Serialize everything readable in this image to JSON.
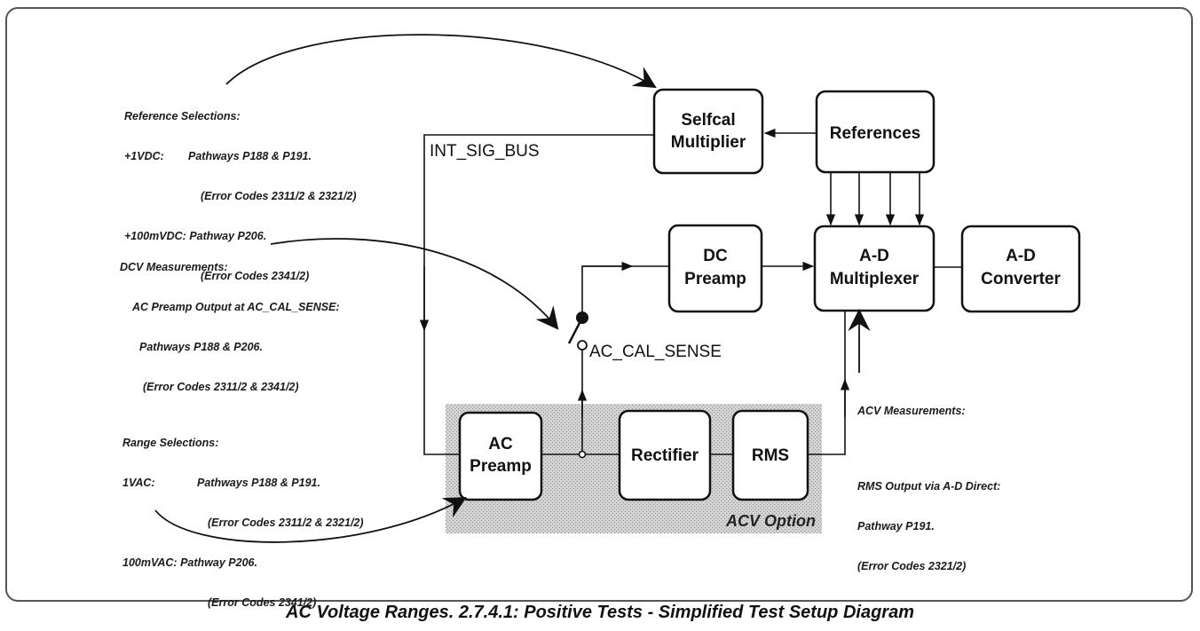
{
  "blocks": {
    "selfcal_multiplier": [
      "Selfcal",
      "Multiplier"
    ],
    "references": "References",
    "dc_preamp": [
      "DC",
      "Preamp"
    ],
    "ad_multiplexer": [
      "A-D",
      "Multiplexer"
    ],
    "ad_converter": [
      "A-D",
      "Converter"
    ],
    "ac_preamp": [
      "AC",
      "Preamp"
    ],
    "rectifier": "Rectifier",
    "rms": "RMS"
  },
  "signals": {
    "int_sig_bus": "INT_SIG_BUS",
    "ac_cal_sense": "AC_CAL_SENSE"
  },
  "acv_option_label": "ACV Option",
  "notes": {
    "reference": {
      "heading": "Reference Selections:",
      "line1_label": "+1VDC:",
      "line1_value": "Pathways P188 & P191.",
      "line1_codes": "(Error Codes 2311/2 & 2321/2)",
      "line2_label": "+100mVDC:",
      "line2_value": "Pathway P206.",
      "line2_codes": "(Error Codes 2341/2)"
    },
    "dcv": {
      "heading": "DCV Measurements:",
      "line1": "AC Preamp Output at AC_CAL_SENSE:",
      "line2": "Pathways P188 & P206.",
      "line3": "(Error Codes 2311/2 & 2341/2)"
    },
    "range": {
      "heading": "Range Selections:",
      "line1_label": "1VAC:",
      "line1_value": "Pathways P188 & P191.",
      "line1_codes": "(Error Codes 2311/2 & 2321/2)",
      "line2_label": "100mVAC:",
      "line2_value": "Pathway P206.",
      "line2_codes": "(Error Codes 2341/2)"
    },
    "acv": {
      "heading": "ACV Measurements:",
      "line1": "RMS Output via A-D Direct:",
      "line2": "Pathway P191.",
      "line3": "(Error Codes 2321/2)"
    }
  },
  "caption": "AC Voltage Ranges.  2.7.4.1: Positive Tests - Simplified Test Setup Diagram"
}
